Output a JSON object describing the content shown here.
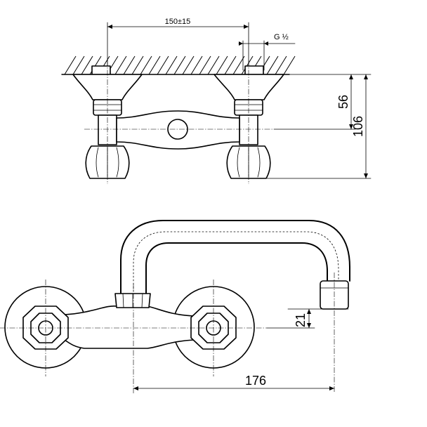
{
  "drawing": {
    "dimensions": {
      "center_spacing": "150±15",
      "thread": "G ½",
      "height_to_axis": "56",
      "total_height": "106",
      "spout_height": "21",
      "spout_reach": "176"
    }
  }
}
